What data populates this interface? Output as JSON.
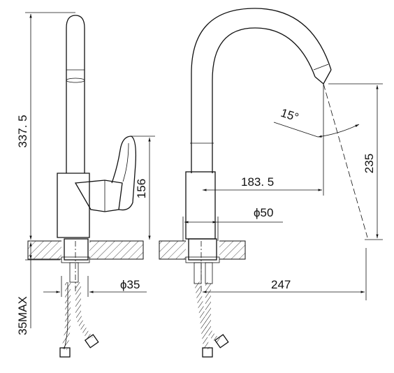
{
  "dimensions": {
    "total_height": "337. 5",
    "handle_height": "156",
    "max_thickness": "35MAX",
    "hole_diameter": "ϕ35",
    "spout_reach": "183. 5",
    "base_diameter": "ϕ50",
    "spout_height": "235",
    "projection": "247",
    "flow_angle": "15°"
  },
  "colors": {
    "line": "#111111",
    "background": "#ffffff"
  }
}
